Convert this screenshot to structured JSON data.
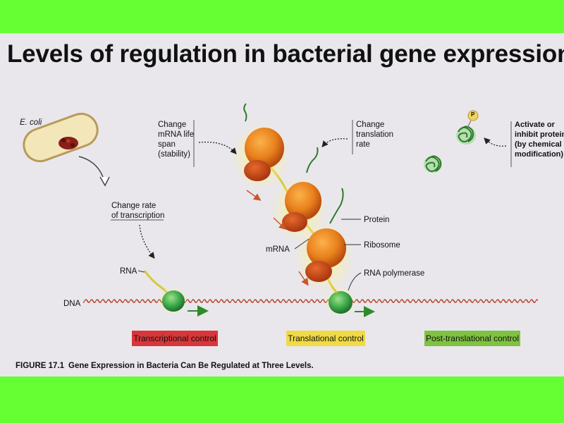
{
  "title": "Levels of regulation in bacterial gene expression",
  "labels": {
    "ecoli": "E. coli",
    "change_transcription": [
      "Change rate",
      "of transcription"
    ],
    "change_mrna_life": [
      "Change",
      "mRNA life",
      "span",
      "(stability)"
    ],
    "change_translation": [
      "Change",
      "translation",
      "rate"
    ],
    "activate_protein": [
      "Activate or",
      "inhibit protein",
      "(by chemical",
      "modification)"
    ],
    "phosphate": "P",
    "rna": "RNA",
    "dna": "DNA",
    "mrna": "mRNA",
    "protein": "Protein",
    "ribosome": "Ribosome",
    "rna_polymerase": "RNA polymerase"
  },
  "control_bars": [
    {
      "label": "Transcriptional control",
      "color": "#d8363a"
    },
    {
      "label": "Translational control",
      "color": "#f0da45"
    },
    {
      "label": "Post-translational control",
      "color": "#7fc241"
    }
  ],
  "caption": {
    "figure": "FIGURE 17.1",
    "text": "Gene Expression in Bacteria Can Be Regulated at Three Levels."
  },
  "colors": {
    "background": "#e9e7ec",
    "frame": "#66ff33",
    "ribosome": "#e88a1d",
    "polymerase": "#3aa84a",
    "dna": "#b5432e",
    "mrna": "#d9c83a",
    "protein": "#2e7a2a"
  }
}
